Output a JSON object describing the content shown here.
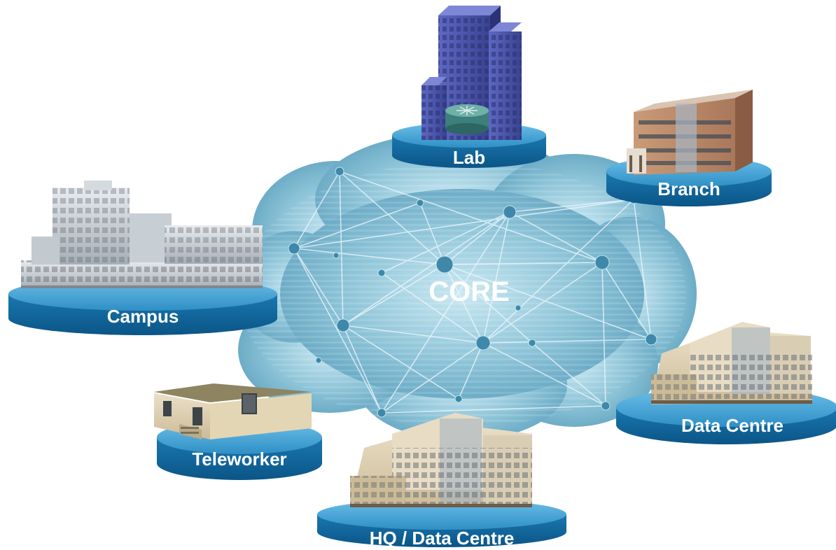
{
  "core": {
    "label": "CORE"
  },
  "sites": {
    "lab": {
      "label": "Lab"
    },
    "branch": {
      "label": "Branch"
    },
    "campus": {
      "label": "Campus"
    },
    "teleworker": {
      "label": "Teleworker"
    },
    "hq": {
      "label": "HQ / Data Centre"
    },
    "datacentre": {
      "label": "Data Centre"
    }
  },
  "colors": {
    "platform_top": "#2f8fc4",
    "platform_side": "#0f5f93",
    "cloud": "#8fc6d9",
    "cloud_line": "#e8f6fb",
    "tower": "#4a54a8"
  }
}
